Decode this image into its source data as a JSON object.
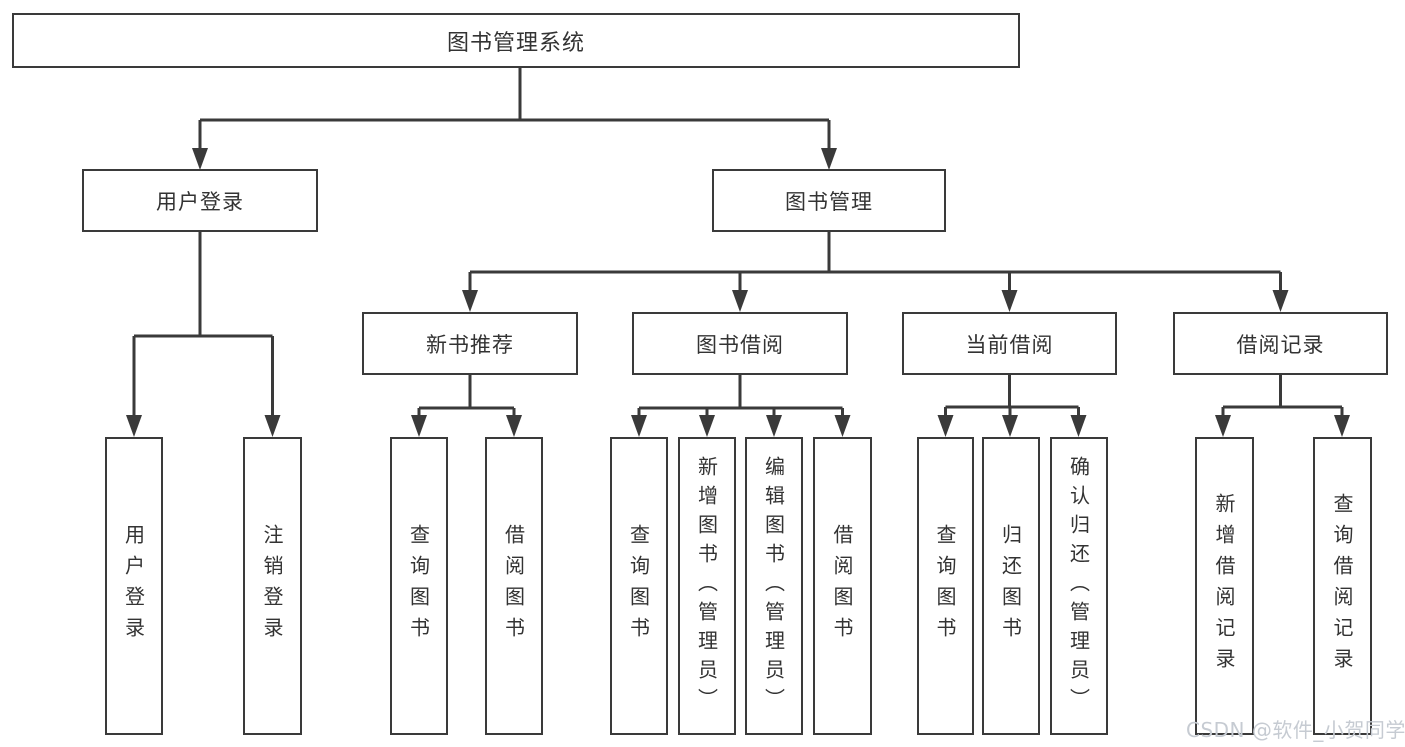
{
  "colors": {
    "line": "#3a3a3a",
    "box_border": "#3a3a3a",
    "box_background": "#ffffff",
    "text": "#333333",
    "watermark": "#c6cbd2"
  },
  "watermark": {
    "text": "CSDN @软件_小贺同学"
  },
  "tree": {
    "root": {
      "label": "图书管理系统"
    },
    "level1": [
      {
        "label": "用户登录",
        "children": [
          {
            "label": "用户登录"
          },
          {
            "label": "注销登录"
          }
        ]
      },
      {
        "label": "图书管理",
        "children": [
          {
            "label": "新书推荐",
            "children": [
              {
                "label": "查询图书"
              },
              {
                "label": "借阅图书"
              }
            ]
          },
          {
            "label": "图书借阅",
            "children": [
              {
                "label": "查询图书"
              },
              {
                "label": "新增图书（管理员）"
              },
              {
                "label": "编辑图书（管理员）"
              },
              {
                "label": "借阅图书"
              }
            ]
          },
          {
            "label": "当前借阅",
            "children": [
              {
                "label": "查询图书"
              },
              {
                "label": "归还图书"
              },
              {
                "label": "确认归还（管理员）"
              }
            ]
          },
          {
            "label": "借阅记录",
            "children": [
              {
                "label": "新增借阅记录"
              },
              {
                "label": "查询借阅记录"
              }
            ]
          }
        ]
      }
    ]
  }
}
